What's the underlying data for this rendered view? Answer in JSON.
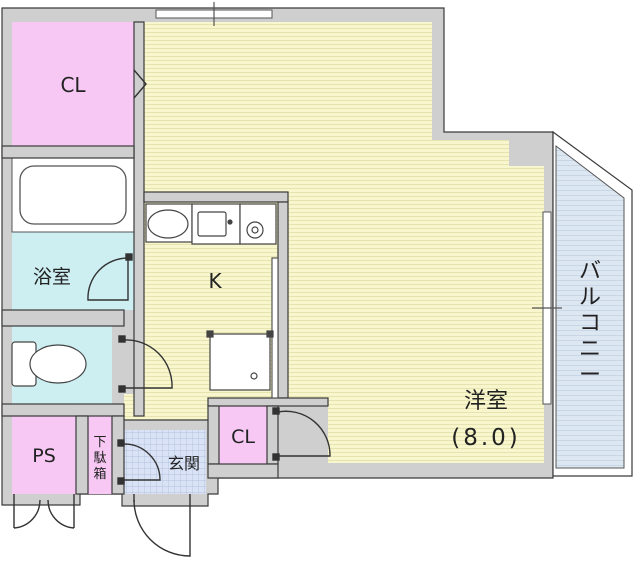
{
  "rooms": {
    "cl_top": "CL",
    "bath": "浴室",
    "kitchen": "K",
    "ps": "PS",
    "shoe_box": [
      "下",
      "駄",
      "箱"
    ],
    "genkan": "玄関",
    "cl_mid": "CL",
    "western": "洋室",
    "western_size": "(8.0)",
    "balcony": [
      "バ",
      "ル",
      "コ",
      "ニ",
      "ー"
    ]
  },
  "colors": {
    "closet": "#f6c8f3",
    "wet_area": "#cdeff2",
    "floor": "#f7f6cc",
    "balcony": "#dde7f2",
    "genkan": "#d9e3f5",
    "wall": "#cfcfcf",
    "outline": "#3a3a3a"
  }
}
